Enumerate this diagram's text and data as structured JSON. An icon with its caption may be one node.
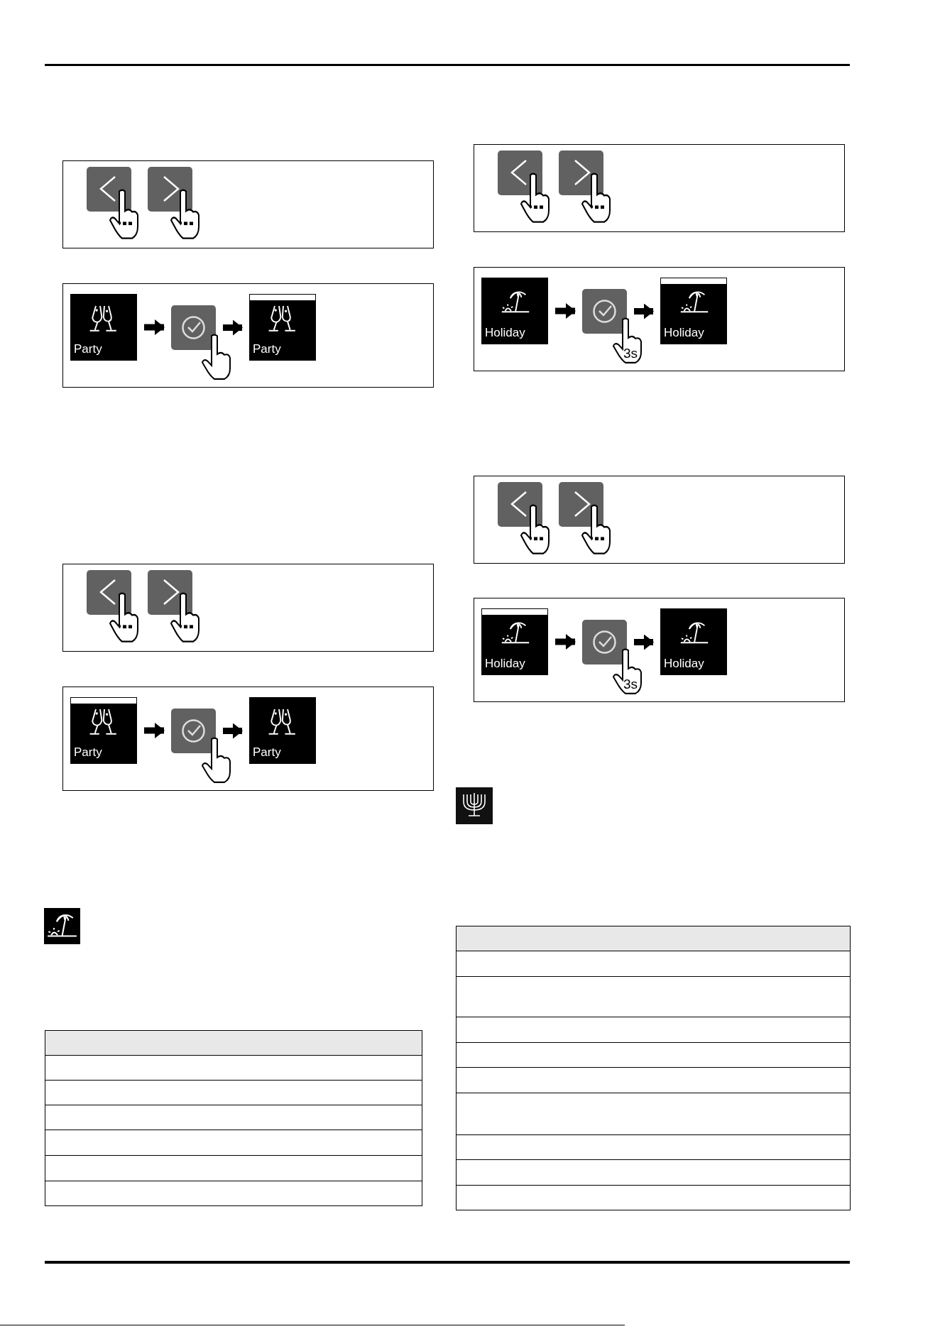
{
  "diagram": {
    "nodes": [
      {
        "text": [
          "Party"
        ]
      },
      {
        "text": [],
        "shape": "box"
      },
      {
        "text": [
          "Party"
        ]
      },
      {
        "text": [
          "Party"
        ]
      },
      {
        "text": [],
        "shape": "box"
      },
      {
        "text": [
          "Party"
        ]
      },
      {
        "text": [
          "Holiday"
        ]
      },
      {
        "text": [],
        "shape": "box",
        "beside": [
          "3s"
        ]
      },
      {
        "text": [
          "Holiday"
        ]
      },
      {
        "text": [
          "Holiday"
        ]
      },
      {
        "text": [],
        "shape": "box",
        "beside": [
          "3s"
        ]
      },
      {
        "text": [
          "Holiday"
        ]
      }
    ],
    "edges": [
      {
        "from": 0,
        "to": 1,
        "arrow": "to"
      },
      {
        "from": 1,
        "to": 2,
        "arrow": "to"
      },
      {
        "from": 3,
        "to": 4,
        "arrow": "to"
      },
      {
        "from": 4,
        "to": 5,
        "arrow": "to"
      },
      {
        "from": 6,
        "to": 7,
        "arrow": "to"
      },
      {
        "from": 7,
        "to": 8,
        "arrow": "to"
      },
      {
        "from": 9,
        "to": 10,
        "arrow": "to"
      },
      {
        "from": 10,
        "to": 11,
        "arrow": "to"
      }
    ]
  }
}
